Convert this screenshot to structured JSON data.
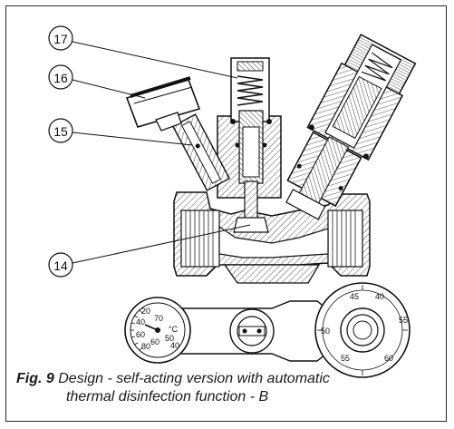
{
  "callouts": [
    {
      "id": "17"
    },
    {
      "id": "16"
    },
    {
      "id": "15"
    },
    {
      "id": "14"
    }
  ],
  "dials": {
    "thermometer_scale": [
      "20",
      "40",
      "60",
      "80",
      "70",
      "60",
      "50",
      "40"
    ],
    "thermometer_unit": "°C",
    "setting_scale": [
      "45",
      "40",
      "55",
      "50",
      "60",
      "55"
    ]
  },
  "caption": {
    "label": "Fig. 9",
    "line1": "Design - self-acting version with automatic",
    "line2": "thermal disinfection function - B"
  }
}
